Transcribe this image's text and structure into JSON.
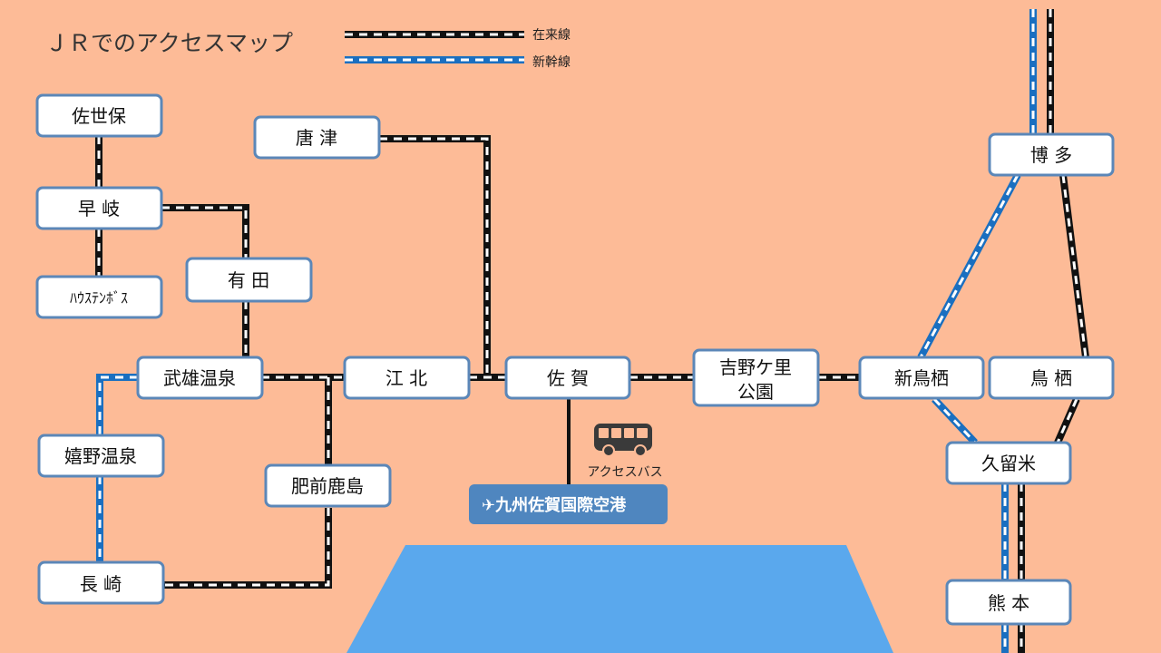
{
  "title": "ＪＲでのアクセスマップ",
  "legend": {
    "conventional": "在来線",
    "shinkansen": "新幹線"
  },
  "colors": {
    "background": "#fdbb97",
    "conventional_line": "#111111",
    "shinkansen_line": "#1a6fc0",
    "station_border": "#5b87b8",
    "airport_badge": "#4f86bf",
    "sea": "#5aa8ed"
  },
  "stations": {
    "sasebo": "佐世保",
    "haiki": "早 岐",
    "huis_ten_bosch": "ﾊｳｽﾃﾝﾎﾞｽ",
    "arita": "有 田",
    "karatsu": "唐 津",
    "takeo_onsen": "武雄温泉",
    "ureshino_onsen": "嬉野温泉",
    "nagasaki": "長 崎",
    "hizen_kashima": "肥前鹿島",
    "kouhoku": "江 北",
    "saga": "佐 賀",
    "yoshinogari_line1": "吉野ケ里",
    "yoshinogari_line2": "公園",
    "shin_tosu": "新鳥栖",
    "tosu": "鳥 栖",
    "hakata": "博 多",
    "kurume": "久留米",
    "kumamoto": "熊 本"
  },
  "bus_label": "アクセスバス",
  "bus_icon": "bus-icon",
  "airport": {
    "icon": "airplane-icon",
    "label": "✈九州佐賀国際空港"
  }
}
